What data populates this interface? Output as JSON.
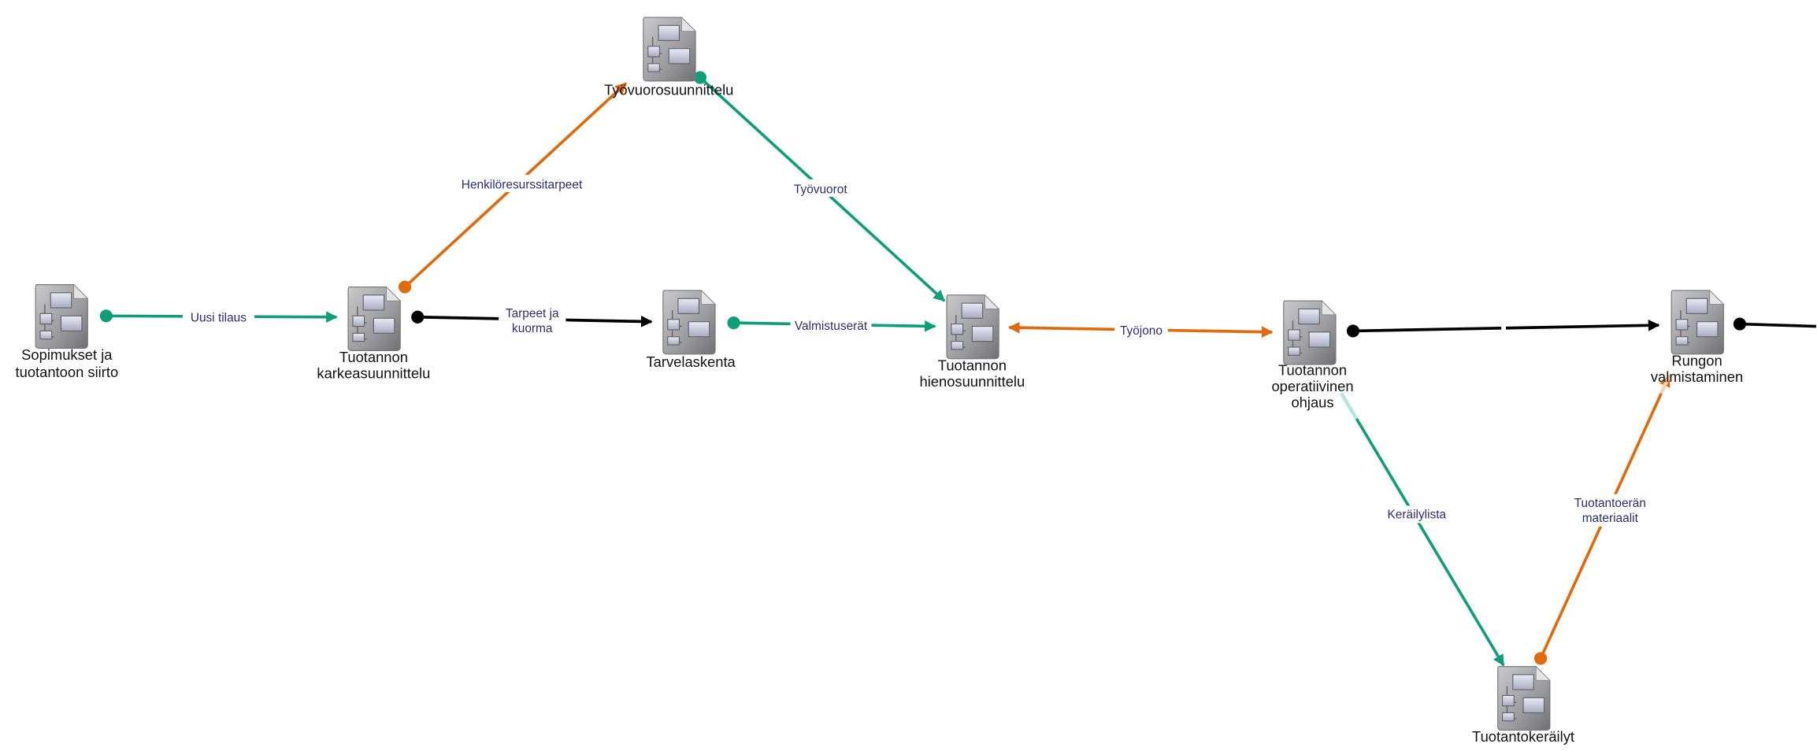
{
  "colors": {
    "green": "#0e9e7c",
    "orange": "#e06a0c",
    "black": "#000000",
    "label_text": "#2b2f6b"
  },
  "nodes": {
    "sopimukset": {
      "line1": "Sopimukset ja",
      "line2": "tuotantoon siirto",
      "icon": "process-document-icon"
    },
    "karkea": {
      "line1": "Tuotannon",
      "line2": "karkeasuunnittelu",
      "icon": "process-document-icon"
    },
    "tyovuoro": {
      "line1": "Työvuorosuunnittelu",
      "icon": "process-document-icon"
    },
    "tarve": {
      "line1": "Tarvelaskenta",
      "icon": "process-document-icon"
    },
    "hieno": {
      "line1": "Tuotannon",
      "line2": "hienosuunnittelu",
      "icon": "process-document-icon"
    },
    "operatiivinen": {
      "line1": "Tuotannon",
      "line2": "operatiivinen",
      "line3": "ohjaus",
      "icon": "process-document-icon"
    },
    "runko": {
      "line1": "Rungon",
      "line2": "valmistaminen",
      "icon": "process-document-icon"
    },
    "kerailyt": {
      "line1": "Tuotantokeräilyt",
      "icon": "process-document-icon"
    }
  },
  "edges": {
    "uusi_tilaus": {
      "line1": "Uusi tilaus"
    },
    "tarpeet": {
      "line1": "Tarpeet ja",
      "line2": "kuorma"
    },
    "henkilo": {
      "line1": "Henkilöresurssitarpeet"
    },
    "tyovuorot": {
      "line1": "Työvuorot"
    },
    "valmistuserat": {
      "line1": "Valmistuserät"
    },
    "tyojono": {
      "line1": "Työjono"
    },
    "kerailylista": {
      "line1": "Keräilylista"
    },
    "materiaalit": {
      "line1": "Tuotantoerän",
      "line2": "materiaalit"
    }
  }
}
